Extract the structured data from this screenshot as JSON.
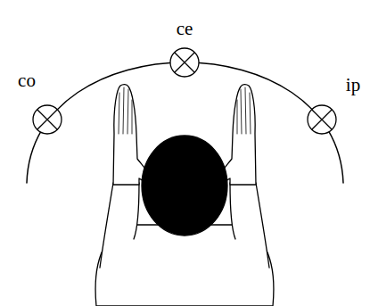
{
  "diagram": {
    "labels": [
      "co",
      "ce",
      "ip"
    ]
  }
}
